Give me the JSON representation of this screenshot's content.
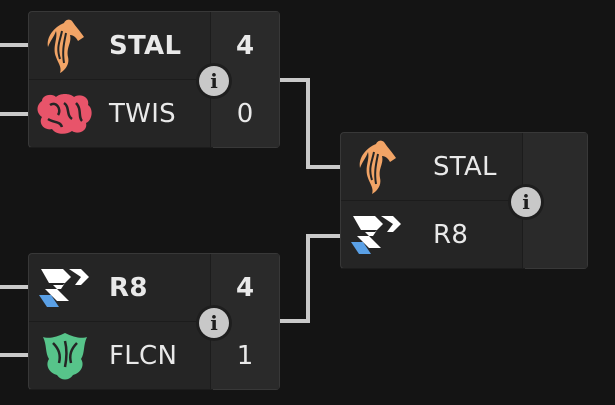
{
  "colors": {
    "background": "#141414",
    "card": "#252525",
    "connector": "#c9c9c9",
    "stallions": "#f2a466",
    "twisted_minds": "#e8546a",
    "r8": "#ffffff",
    "r8_accent": "#5aa0e6",
    "falcons": "#57c48a"
  },
  "matches": [
    {
      "teams": [
        {
          "name": "STAL",
          "score": "4",
          "logo": "stallions-logo",
          "winner": true
        },
        {
          "name": "TWIS",
          "score": "0",
          "logo": "twisted-minds-logo",
          "winner": false
        }
      ],
      "info_icon": "info-icon"
    },
    {
      "teams": [
        {
          "name": "R8",
          "score": "4",
          "logo": "r8-logo",
          "winner": true
        },
        {
          "name": "FLCN",
          "score": "1",
          "logo": "falcons-logo",
          "winner": false
        }
      ],
      "info_icon": "info-icon"
    },
    {
      "teams": [
        {
          "name": "STAL",
          "score": "",
          "logo": "stallions-logo",
          "winner": false
        },
        {
          "name": "R8",
          "score": "",
          "logo": "r8-logo",
          "winner": false
        }
      ],
      "info_icon": "info-icon"
    }
  ],
  "info_label": "i"
}
